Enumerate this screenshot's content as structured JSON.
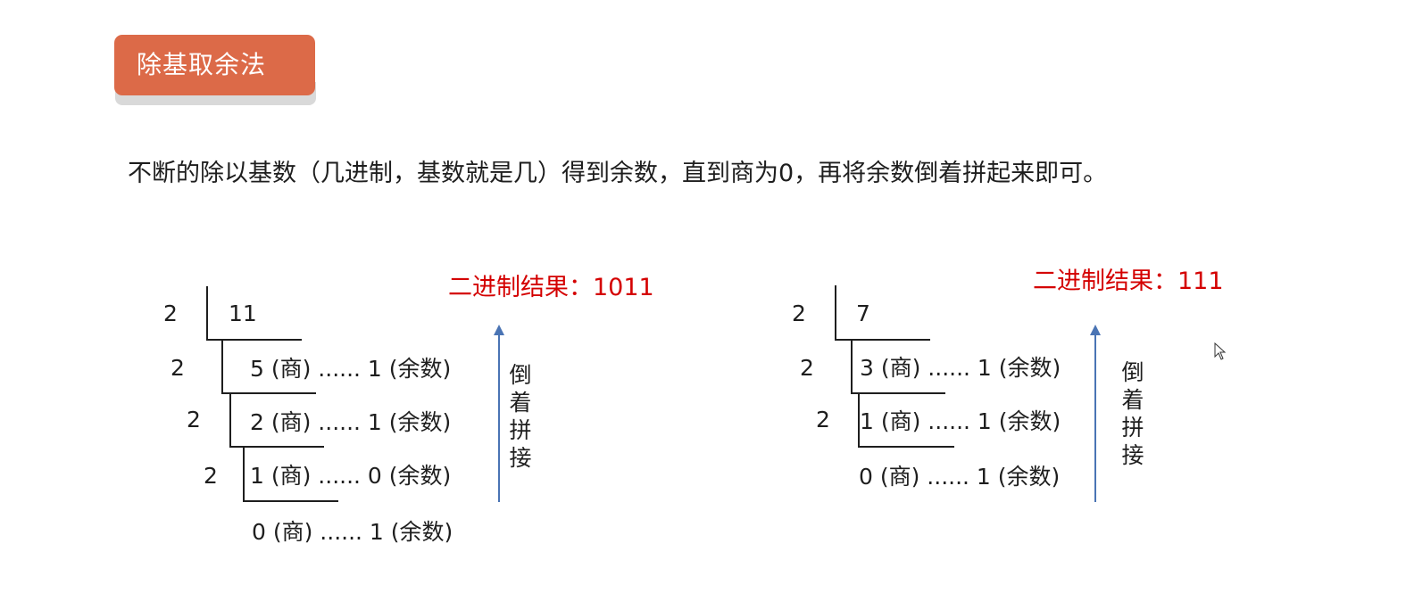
{
  "header": {
    "title": "除基取余法"
  },
  "description": "不断的除以基数（几进制，基数就是几）得到余数，直到商为0，再将余数倒着拼起来即可。",
  "left_example": {
    "result_label": "二进制结果：1011",
    "divisor": "2",
    "dividend": "11",
    "rows": [
      {
        "divisor": "2",
        "text": "5 (商) ...... 1 (余数)"
      },
      {
        "divisor": "2",
        "text": "2 (商) ...... 1 (余数)"
      },
      {
        "divisor": "2",
        "text": "1 (商) ...... 0 (余数)"
      },
      {
        "text": "0 (商) ...... 1 (余数)"
      }
    ],
    "arrow_label": "倒着拼接"
  },
  "right_example": {
    "result_label": "二进制结果：111",
    "divisor": "2",
    "dividend": "7",
    "rows": [
      {
        "divisor": "2",
        "text": "3 (商) ...... 1 (余数)"
      },
      {
        "divisor": "2",
        "text": "1 (商) ...... 1 (余数)"
      },
      {
        "text": "0 (商) ...... 1 (余数)"
      }
    ],
    "arrow_label": "倒着拼接"
  },
  "colors": {
    "title_bg": "#dc6a48",
    "result_red": "#d40000",
    "arrow_blue": "#4a74b4",
    "ink": "#1e1e1e"
  }
}
